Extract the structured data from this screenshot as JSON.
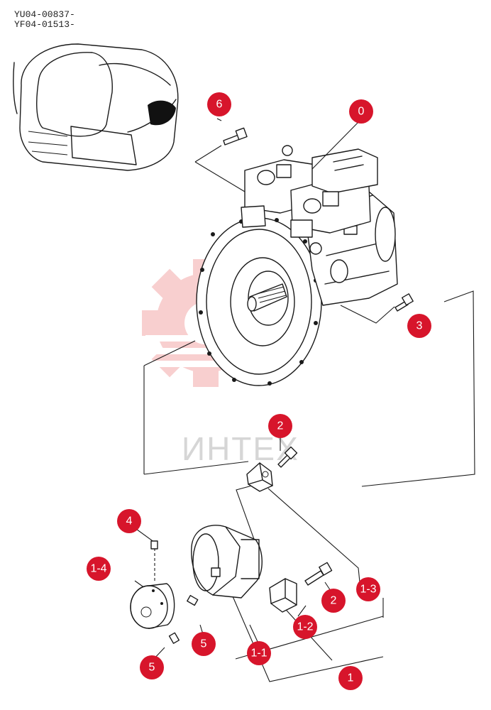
{
  "header": {
    "codes": [
      "YU04-00837-",
      "YF04-01513-"
    ]
  },
  "watermark": {
    "text": "ИНТЕХ",
    "color": "#f4b6b6"
  },
  "accent_color": "#d7152b",
  "callouts": [
    "0",
    "6",
    "3",
    "2",
    "4",
    "1-4",
    "5",
    "5",
    "1-1",
    "1-2",
    "2",
    "1-3",
    "1"
  ]
}
